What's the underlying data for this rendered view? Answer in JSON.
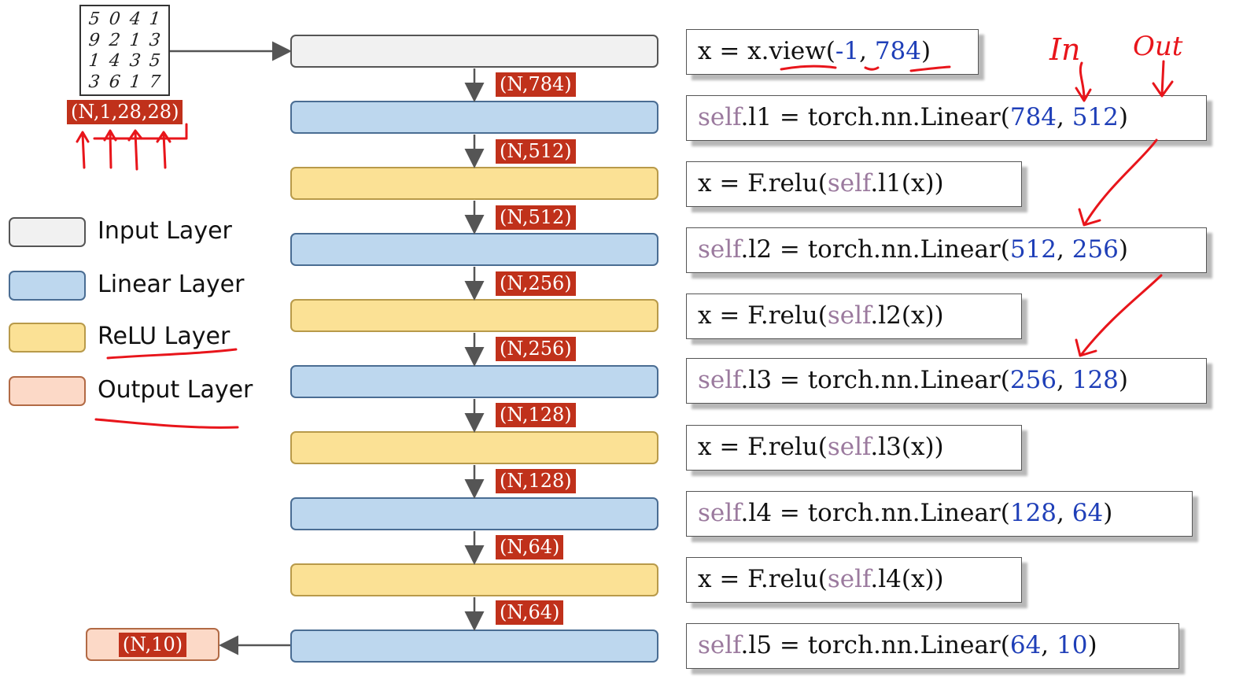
{
  "mnist_digits": [
    "5",
    "0",
    "4",
    "1",
    "9",
    "2",
    "1",
    "3",
    "1",
    "4",
    "3",
    "5",
    "3",
    "6",
    "1",
    "7"
  ],
  "input_shape": "(N,1,28,28)",
  "shapes": [
    "(N,784)",
    "(N,512)",
    "(N,512)",
    "(N,256)",
    "(N,256)",
    "(N,128)",
    "(N,128)",
    "(N,64)",
    "(N,64)"
  ],
  "output_shape": "(N,10)",
  "legend": [
    {
      "label": "Input Layer",
      "color": "#f1f1f1"
    },
    {
      "label": "Linear Layer",
      "color": "#bdd7ee"
    },
    {
      "label": "ReLU Layer",
      "color": "#fbe195"
    },
    {
      "label": "Output Layer",
      "color": "#fcd9c7"
    }
  ],
  "code": {
    "view": {
      "pre": "x = x.view(",
      "a": "-1",
      "mid": ", ",
      "b": "784",
      "post": ")"
    },
    "l1": {
      "kw": "self",
      "pre": ".l1 = torch.nn.Linear(",
      "a": "784",
      "mid": ", ",
      "b": "512",
      "post": ")"
    },
    "relu1": {
      "pre": "x = F.relu(",
      "kw": "self",
      "post": ".l1(x))"
    },
    "l2": {
      "kw": "self",
      "pre": ".l2 = torch.nn.Linear(",
      "a": "512",
      "mid": ", ",
      "b": "256",
      "post": ")"
    },
    "relu2": {
      "pre": "x = F.relu(",
      "kw": "self",
      "post": ".l2(x))"
    },
    "l3": {
      "kw": "self",
      "pre": ".l3 = torch.nn.Linear(",
      "a": "256",
      "mid": ", ",
      "b": "128",
      "post": ")"
    },
    "relu3": {
      "pre": "x = F.relu(",
      "kw": "self",
      "post": ".l3(x))"
    },
    "l4": {
      "kw": "self",
      "pre": ".l4 = torch.nn.Linear(",
      "a": "128",
      "mid": ", ",
      "b": "64",
      "post": ")"
    },
    "relu4": {
      "pre": "x = F.relu(",
      "kw": "self",
      "post": ".l4(x))"
    },
    "l5": {
      "kw": "self",
      "pre": ".l5 = torch.nn.Linear(",
      "a": "64",
      "mid": ", ",
      "b": "10",
      "post": ")"
    }
  },
  "annotations": {
    "in_label": "In",
    "out_label": "Out"
  },
  "colors": {
    "annotation": "#e8151b",
    "shape_tag": "#c0311b",
    "number": "#1f3fb8",
    "self_kw": "#9b7a9e"
  }
}
